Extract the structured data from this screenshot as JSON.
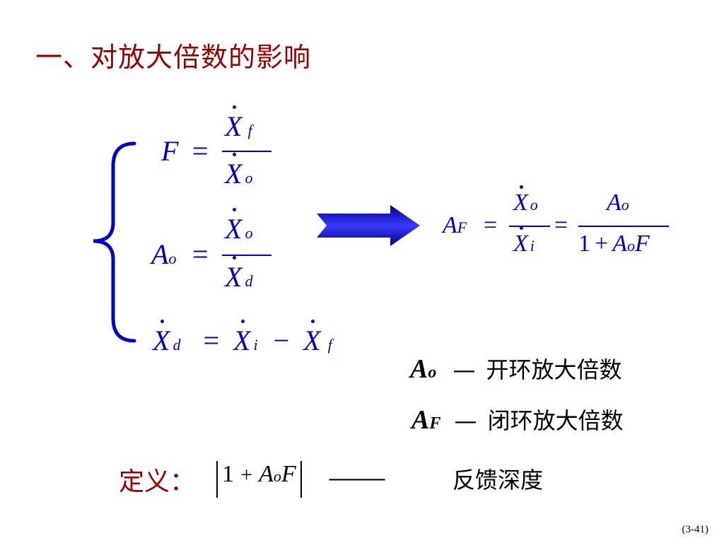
{
  "title": "一、对放大倍数的影响",
  "formulas": {
    "F": {
      "lhs": "F",
      "eq": "=",
      "num_var": "X",
      "num_sub": "f",
      "den_var": "X",
      "den_sub": "o"
    },
    "Ao": {
      "lhs": "A",
      "lhs_sub": "o",
      "eq": "=",
      "num_var": "X",
      "num_sub": "o",
      "den_var": "X",
      "den_sub": "d"
    },
    "Xd": {
      "v1": "X",
      "s1": "d",
      "eq": "=",
      "v2": "X",
      "s2": "i",
      "minus": "−",
      "v3": "X",
      "s3": "f"
    }
  },
  "result": {
    "lhs": "A",
    "lhs_sub": "F",
    "eq1": "=",
    "num1_var": "X",
    "num1_sub": "o",
    "den1_var": "X",
    "den1_sub": "i",
    "eq2": "=",
    "num2": "A",
    "num2_sub": "o",
    "den2_one": "1",
    "den2_plus": "+",
    "den2_A": "A",
    "den2_sub": "o",
    "den2_F": "F"
  },
  "legend": {
    "ao_var": "A",
    "ao_sub": "o",
    "ao_dash": "—",
    "ao_text": "开环放大倍数",
    "af_var": "A",
    "af_sub": "F",
    "af_dash": "—",
    "af_text": "闭环放大倍数"
  },
  "definition": {
    "label": "定义：",
    "one": "1",
    "plus": "+",
    "A": "A",
    "A_sub": "o",
    "F": "F",
    "dash": "———",
    "text": "反馈深度"
  },
  "page_number": "(3-41)",
  "colors": {
    "title": "#990000",
    "math": "#0000cc",
    "arrow": "#1a1aee"
  }
}
